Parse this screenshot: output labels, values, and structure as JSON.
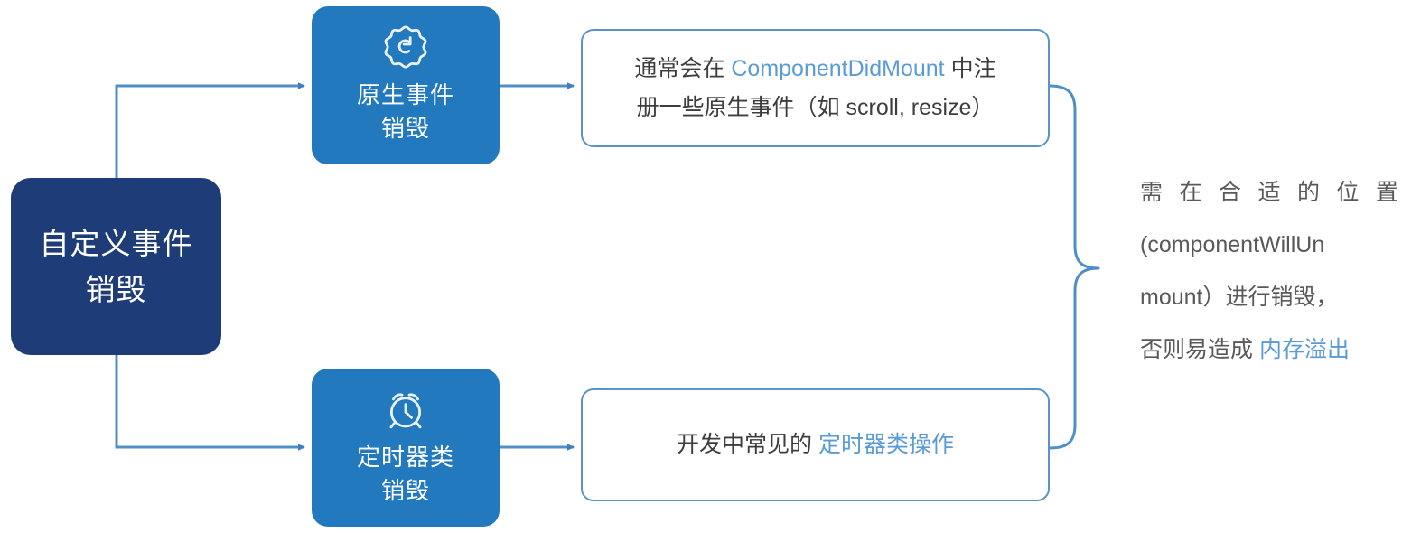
{
  "diagram": {
    "title": "自定义事件销毁流程图",
    "colors": {
      "root_node_bg": "#1e3c77",
      "mid_node_bg": "#2379bd",
      "box_border": "#5b93c9",
      "connector": "#4f8fc6",
      "highlight_text": "#5b9bd5",
      "body_text": "#595959",
      "canvas_bg": "#ffffff"
    },
    "root": {
      "name": "custom-event-destroy",
      "lines": [
        "自定义事件",
        "销毁"
      ]
    },
    "branches": [
      {
        "id": "native-event",
        "icon": "gear-question-icon",
        "node_lines": [
          "原生事件",
          "销毁"
        ],
        "detail_lines": [
          {
            "segments": [
              {
                "text": "通常会在 ",
                "highlight": false
              },
              {
                "text": "ComponentDidMount",
                "highlight": true
              },
              {
                "text": " 中注",
                "highlight": false
              }
            ]
          },
          {
            "segments": [
              {
                "text": "册一些原生事件（如 scroll, resize）",
                "highlight": false
              }
            ]
          }
        ]
      },
      {
        "id": "timer",
        "icon": "alarm-clock-icon",
        "node_lines": [
          "定时器类",
          "销毁"
        ],
        "detail_lines": [
          {
            "segments": [
              {
                "text": "开发中常见的 ",
                "highlight": false
              },
              {
                "text": "定时器类操作",
                "highlight": true
              }
            ]
          }
        ]
      }
    ],
    "summary": {
      "name": "destroy-summary",
      "lines": [
        {
          "text": "需在合适的位置",
          "justify": true,
          "highlight": false
        },
        {
          "text": "(componentWillUn",
          "justify": false,
          "highlight": false
        },
        {
          "text": "mount）进行销毁，",
          "justify": false,
          "highlight": false
        },
        {
          "segments": [
            {
              "text": "否则易造成 ",
              "highlight": false
            },
            {
              "text": "内存溢出",
              "highlight": true
            }
          ],
          "justify": false
        }
      ]
    }
  }
}
